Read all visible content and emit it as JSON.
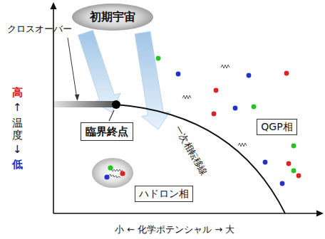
{
  "diagram": {
    "nodes": [
      {
        "text": [
          "初期宇宙"
        ]
      },
      {
        "text": [
          "臨界終点"
        ]
      },
      {
        "text": [
          "QGP相"
        ]
      },
      {
        "text": [
          "ハドロン相"
        ]
      }
    ],
    "labels": [
      "クロスオーバー",
      "高",
      "↑",
      "温度",
      "↓",
      "低",
      "一次相転移線",
      "小 ← 化学ポテンシャル → 大"
    ]
  }
}
